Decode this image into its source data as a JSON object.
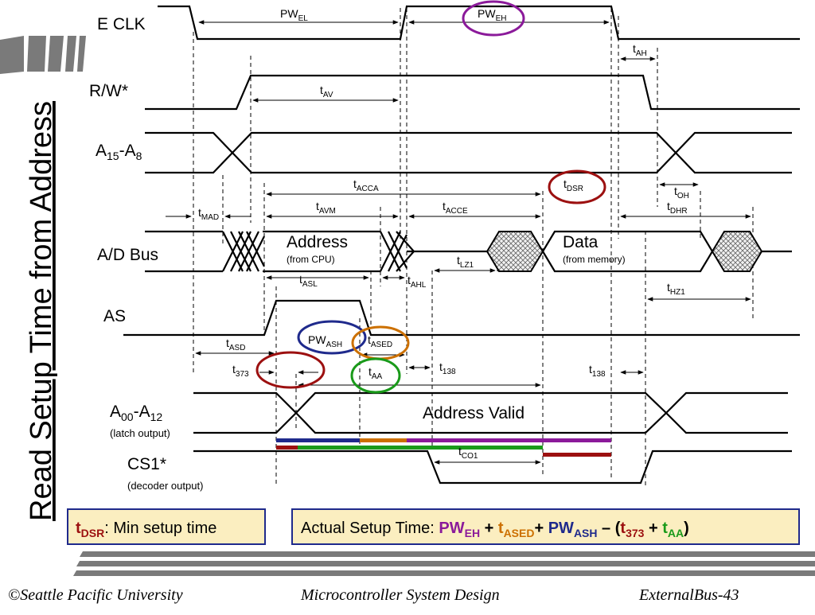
{
  "side_title": "Read Setup Time from Address",
  "signals": {
    "eclk": "E CLK",
    "rw": "R/W*",
    "a_hi": {
      "pre": "A",
      "sub1": "15",
      "mid": "-A",
      "sub2": "8"
    },
    "ad_bus": "A/D Bus",
    "as": "AS",
    "a_lo": {
      "pre": "A",
      "sub1": "00",
      "mid": "-A",
      "sub2": "12",
      "note": "(latch output)"
    },
    "cs1": {
      "name": "CS1*",
      "note": "(decoder output)"
    }
  },
  "bus_text": {
    "address": "Address",
    "address_note": "(from CPU)",
    "data": "Data",
    "data_note": "(from memory)",
    "address_valid": "Address Valid"
  },
  "timing_labels": {
    "pw_el": {
      "main": "PW",
      "sub": "EL"
    },
    "pw_eh": {
      "main": "PW",
      "sub": "EH"
    },
    "t_ah": {
      "main": "t",
      "sub": "AH"
    },
    "t_av": {
      "main": "t",
      "sub": "AV"
    },
    "t_acca": {
      "main": "t",
      "sub": "ACCA"
    },
    "t_dsr": {
      "main": "t",
      "sub": "DSR"
    },
    "t_oh": {
      "main": "t",
      "sub": "OH"
    },
    "t_mad": {
      "main": "t",
      "sub": "MAD"
    },
    "t_avm": {
      "main": "t",
      "sub": "AVM"
    },
    "t_acce": {
      "main": "t",
      "sub": "ACCE"
    },
    "t_dhr": {
      "main": "t",
      "sub": "DHR"
    },
    "t_lz1": {
      "main": "t",
      "sub": "LZ1"
    },
    "t_asl": {
      "main": "t",
      "sub": "ASL"
    },
    "t_ahl": {
      "main": "t",
      "sub": "AHL"
    },
    "t_hz1": {
      "main": "t",
      "sub": "HZ1"
    },
    "t_asd": {
      "main": "t",
      "sub": "ASD"
    },
    "pw_ash": {
      "main": "PW",
      "sub": "ASH"
    },
    "t_ased": {
      "main": "t",
      "sub": "ASED"
    },
    "t_373": {
      "main": "t",
      "sub": "373"
    },
    "t_aa": {
      "main": "t",
      "sub": "AA"
    },
    "t_138_a": {
      "main": "t",
      "sub": "138"
    },
    "t_138_b": {
      "main": "t",
      "sub": "138"
    },
    "t_co1": {
      "main": "t",
      "sub": "CO1"
    }
  },
  "boxes": {
    "min_setup": {
      "t": "t",
      "sub": "DSR",
      "text": ": Min setup time"
    },
    "actual": {
      "prefix": "Actual Setup Time: ",
      "pw": "PW",
      "pw_sub": "EH",
      "plus1": " + ",
      "t1": "t",
      "t1_sub": "ASED",
      "plus2": "+ ",
      "pw2": "PW",
      "pw2_sub": "ASH",
      "minus": " – (",
      "t2": "t",
      "t2_sub": "373",
      "plus3": " + ",
      "t3": "t",
      "t3_sub": "AA",
      "close": ")"
    }
  },
  "footer": {
    "left": "©Seattle Pacific University",
    "center": "Microcontroller System Design",
    "right": "ExternalBus-43"
  },
  "colors": {
    "purple": "#8b1a9a",
    "orange": "#cc7000",
    "navy": "#1f2a8c",
    "darkred": "#9c1010",
    "green": "#1a9a1a",
    "box_fill": "#fbeec0",
    "box_border": "#1f2a8c",
    "deco_gray": "#7a7a7a"
  }
}
